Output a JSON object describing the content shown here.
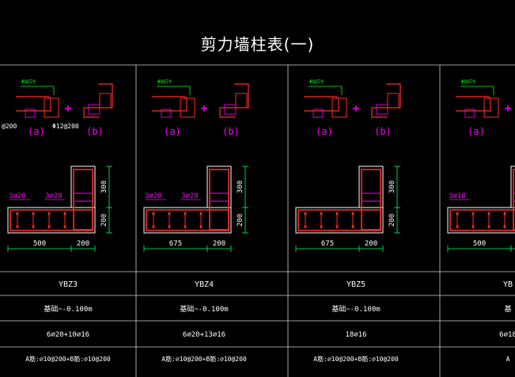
{
  "title": "剪力墙柱表(一)",
  "colors": {
    "background": "#000000",
    "grid": "#d0d0d0",
    "rebar": "#ff2a2a",
    "label_magenta": "#ff00ff",
    "dimension_green": "#00ff66",
    "note_green": "#00ff00",
    "section_label": "#ff00ff",
    "concrete": "#ffffff"
  },
  "detail_common": {
    "plus": "+",
    "label_a": "(a)",
    "label_b": "(b)"
  },
  "columns": [
    {
      "name": "YBZ3",
      "elevation": "基础~-0.100m",
      "longitudinal": "6⌀20+10⌀16",
      "stirrup": "A筋:⌀10@200+B筋:⌀10@200",
      "top_note": "Φ8@70",
      "left_note": "@200",
      "right_note": "Φ12@200",
      "corner_label_1": "3⌀20",
      "corner_label_2": "3⌀20",
      "dim_left": "500",
      "dim_right": "200",
      "dim_up_1": "300",
      "dim_up_2": "200"
    },
    {
      "name": "YBZ4",
      "elevation": "基础~-0.100m",
      "longitudinal": "6⌀20+13⌀16",
      "stirrup": "A筋:⌀10@200+B筋:⌀10@200",
      "top_note": "Φ8@70",
      "left_note": "",
      "right_note": "",
      "corner_label_1": "3⌀20",
      "corner_label_2": "3⌀20",
      "dim_left": "675",
      "dim_right": "200",
      "dim_up_1": "300",
      "dim_up_2": "200"
    },
    {
      "name": "YBZ5",
      "elevation": "基础~-0.100m",
      "longitudinal": "18⌀16",
      "stirrup": "A筋:⌀10@200+B筋:⌀10@200",
      "top_note": "Φ8@70",
      "left_note": "",
      "right_note": "",
      "corner_label_1": "",
      "corner_label_2": "",
      "dim_left": "675",
      "dim_right": "200",
      "dim_up_1": "300",
      "dim_up_2": "200"
    },
    {
      "name": "YB",
      "elevation": "基",
      "longitudinal": "6⌀18",
      "stirrup": "A",
      "top_note": "Φ8@70",
      "left_note": "",
      "right_note": "",
      "corner_label_1": "3⌀18",
      "corner_label_2": "",
      "dim_left": "500",
      "dim_right": "",
      "dim_up_1": "",
      "dim_up_2": ""
    }
  ]
}
